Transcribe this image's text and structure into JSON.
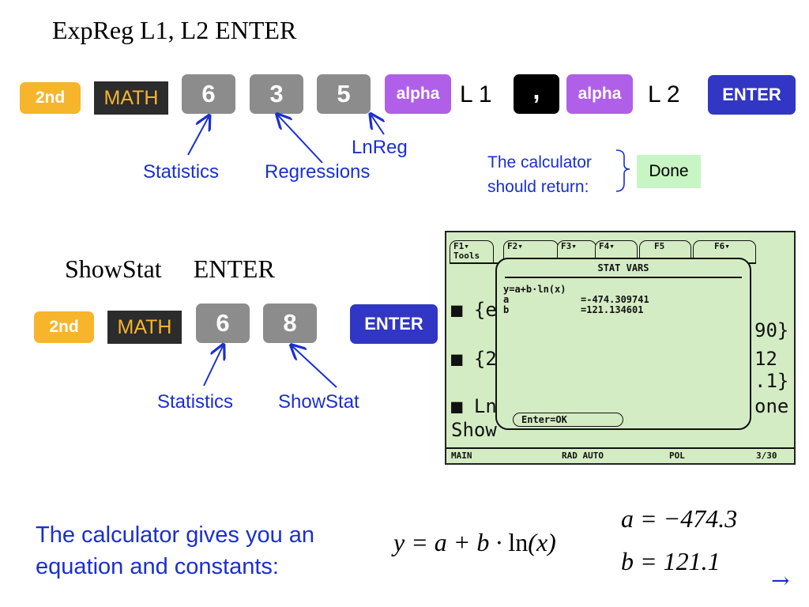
{
  "section1": {
    "heading": "ExpReg L1, L2  ENTER",
    "keys": {
      "second": "2nd",
      "math": "MATH",
      "k6": "6",
      "k3": "3",
      "k5": "5",
      "alpha1": "alpha",
      "l1": "L 1",
      "comma": ",",
      "alpha2": "alpha",
      "l2": "L 2",
      "enter": "ENTER"
    },
    "annotations": {
      "statistics": "Statistics",
      "regressions": "Regressions",
      "lnreg": "LnReg"
    },
    "return_note_line1": "The calculator",
    "return_note_line2": "should return:",
    "done": "Done"
  },
  "section2": {
    "heading": "ShowStat     ENTER",
    "keys": {
      "second": "2nd",
      "math": "MATH",
      "k6": "6",
      "k8": "8",
      "enter": "ENTER"
    },
    "annotations": {
      "statistics": "Statistics",
      "showstat": "ShowStat"
    }
  },
  "calculator": {
    "menu": [
      {
        "top": "F1▾",
        "bottom": "Tools"
      },
      {
        "top": "F2▾",
        "bottom": ""
      },
      {
        "top": "F3▾",
        "bottom": ""
      },
      {
        "top": "F4▾",
        "bottom": ""
      },
      {
        "top": "F5",
        "bottom": ""
      },
      {
        "top": "F6▾",
        "bottom": ""
      }
    ],
    "background_lines": {
      "line1": "■ {e",
      "line1_right": "90}",
      "line2": "■ {2",
      "line2_right_a": "12",
      "line2_right_b": ".1}",
      "line3": "■ Ln",
      "line3_right": "one",
      "line4": "Show"
    },
    "popup": {
      "title": "STAT VARS",
      "equation": "y=a+b·ln(x)",
      "a_label": "a",
      "a_value": "=-474.309741",
      "b_label": "b",
      "b_value": "=121.134601",
      "ok": "Enter=OK"
    },
    "status": {
      "main": "MAIN",
      "mode": "RAD AUTO",
      "pol": "POL",
      "count": "3/30"
    }
  },
  "bottom": {
    "text_line1": "The calculator gives you an",
    "text_line2": "equation and constants:",
    "equation_left": "y = a + b · ",
    "equation_ln": "ln",
    "equation_arg": "(x)",
    "a_eq": "a = −474.3",
    "b_eq": "b = 121.1",
    "next_arrow": "→"
  }
}
